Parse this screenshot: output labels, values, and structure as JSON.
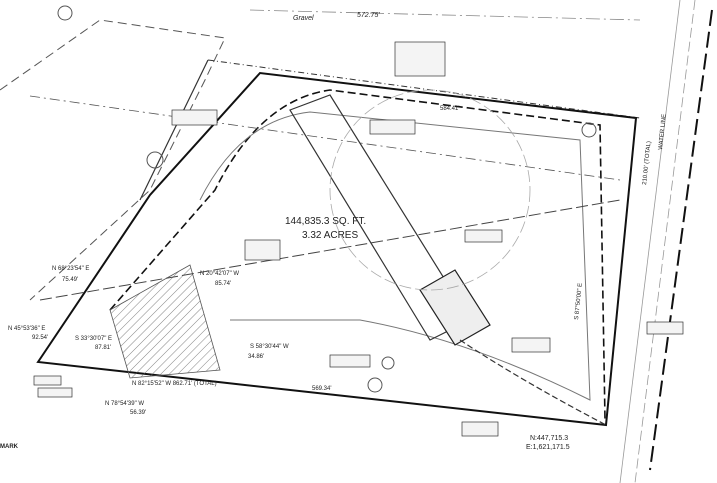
{
  "labels": {
    "gravel": "Gravel",
    "north_dim": "572.75'",
    "top_dim": "584.41'",
    "area_sqft": "144,835.3 SQ. FT.",
    "area_acres": "3.32 ACRES",
    "bearing_nw1": "N 68°23'54\" E",
    "bearing_nw1_dist": "75.49'",
    "bearing_nw2": "N 45°53'36\" E",
    "bearing_nw2_dist": "92.54'",
    "bearing_s1": "S 33°30'07\" E",
    "bearing_s1_dist": "87.81'",
    "bearing_n2": "N 20°42'07\" W",
    "bearing_n2_dist": "85.74'",
    "bearing_s2": "S 58°30'44\" W",
    "bearing_s2_dist": "34.86'",
    "south_total": "N 82°15'52\" W   862.71' (TOTAL)",
    "south_dim": "569.34'",
    "bearing_sw": "N 78°54'39\" W",
    "bearing_sw_dist": "56.39'",
    "east_bearing": "S 87°50'00\" E",
    "east_total": "210.00' (TOTAL)",
    "row_line": "WATER LINE",
    "coord_n": "N:447,715.3",
    "coord_e": "E:1,621,171.5",
    "benchmark": "MARK"
  },
  "colors": {
    "line": "#1a1a1a",
    "light": "#9a9a9a",
    "paper": "#ffffff"
  }
}
